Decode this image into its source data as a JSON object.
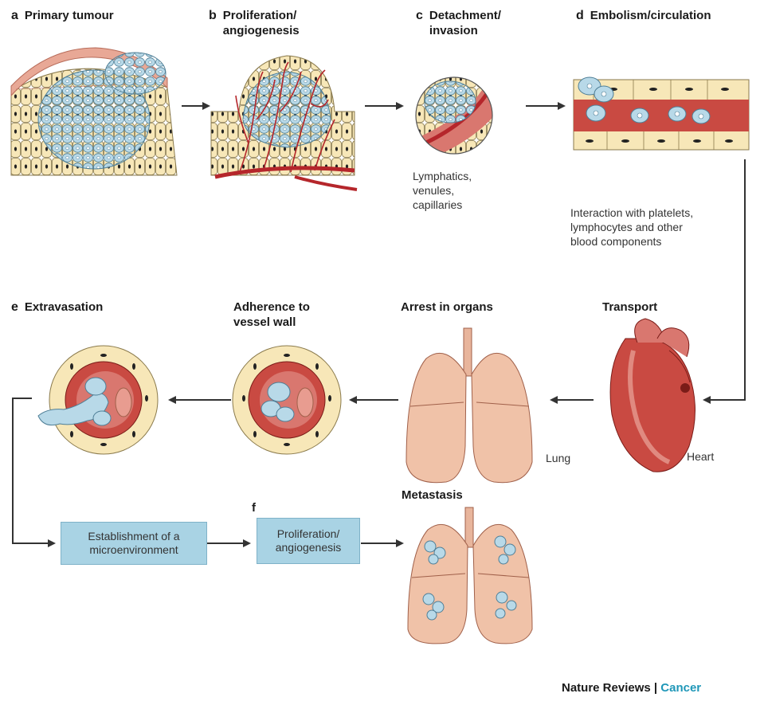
{
  "colors": {
    "cell_fill": "#f7e7b8",
    "cell_stroke": "#8a7a4c",
    "tumour_cell": "#b8d9e8",
    "vessel_red": "#b5262b",
    "vessel_wall": "#d9776f",
    "lung_fill": "#f0c2a8",
    "box_fill": "#a9d3e4",
    "arrow": "#333333",
    "journal_accent": "#1f97b8"
  },
  "stages": {
    "a": {
      "letter": "a",
      "title": "Primary tumour"
    },
    "b": {
      "letter": "b",
      "title": "Proliferation/\nangiogenesis"
    },
    "c": {
      "letter": "c",
      "title": "Detachment/\ninvasion",
      "note": "Lymphatics,\nvenules,\ncapillaries"
    },
    "d": {
      "letter": "d",
      "title": "Embolism/circulation",
      "note": "Interaction with platelets,\nlymphocytes and other\nblood components"
    },
    "transport": {
      "title": "Transport",
      "organ_label": "Heart"
    },
    "arrest": {
      "title": "Arrest in organs",
      "organ_label": "Lung"
    },
    "adherence": {
      "title": "Adherence to\nvessel wall"
    },
    "e": {
      "letter": "e",
      "title": "Extravasation"
    },
    "f": {
      "letter": "f"
    },
    "metastasis": {
      "title": "Metastasis"
    }
  },
  "boxes": {
    "establishment": "Establishment of a\nmicroenvironment",
    "proliferation": "Proliferation/\nangiogenesis"
  },
  "credit": {
    "journal": "Nature Reviews",
    "separator": " | ",
    "section": "Cancer"
  }
}
